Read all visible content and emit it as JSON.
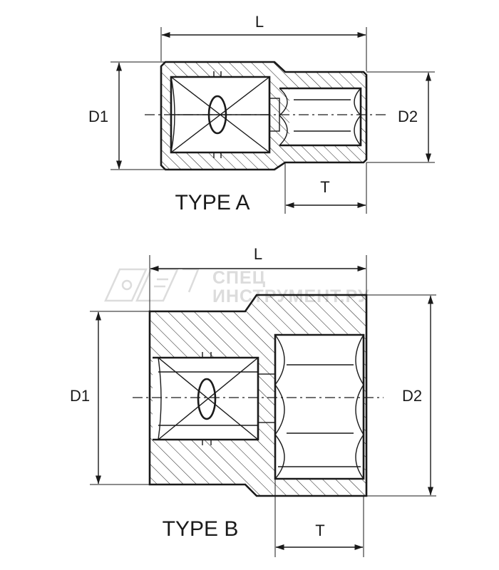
{
  "type_a": {
    "title": "TYPE A",
    "dim_length": "L",
    "dim_drive_diameter": "D1",
    "dim_socket_diameter": "D2",
    "dim_depth": "T"
  },
  "type_b": {
    "title": "TYPE B",
    "dim_length": "L",
    "dim_drive_diameter": "D1",
    "dim_socket_diameter": "D2",
    "dim_depth": "T"
  },
  "watermark": {
    "line1": "СПЕЦ",
    "line2": "ИНСТРУМЕНТ.РУ",
    "color": "#dcdcdc"
  },
  "line_color": "#1a1a1a",
  "background": "#ffffff"
}
